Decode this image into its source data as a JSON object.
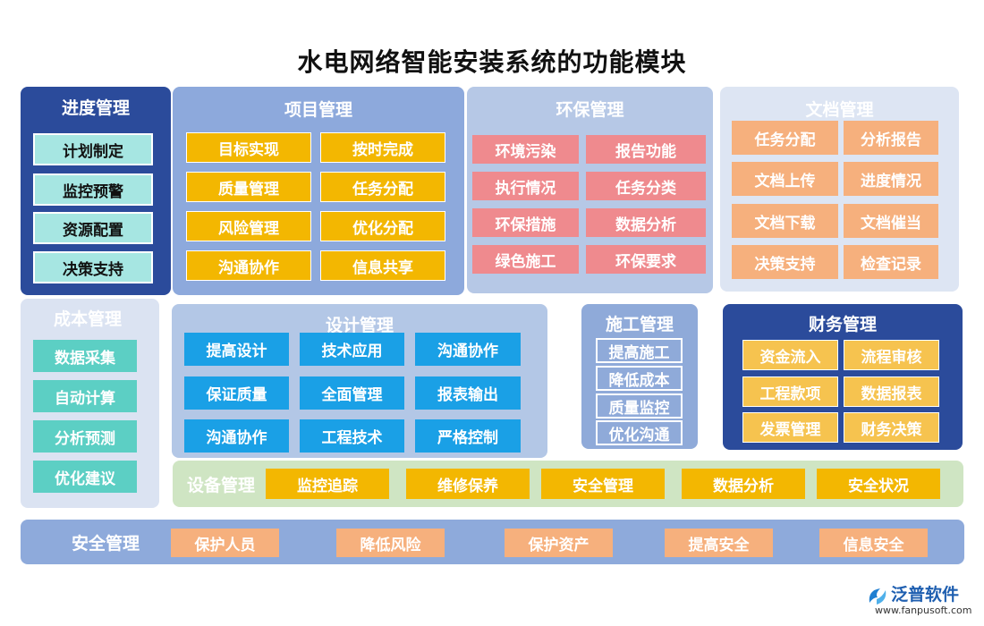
{
  "title": "水电网络智能安装系统的功能模块",
  "progress": {
    "title": "进度管理",
    "items": [
      "计划制定",
      "监控预警",
      "资源配置",
      "决策支持"
    ]
  },
  "project": {
    "title": "项目管理",
    "items": [
      "目标实现",
      "按时完成",
      "质量管理",
      "任务分配",
      "风险管理",
      "优化分配",
      "沟通协作",
      "信息共享"
    ]
  },
  "env": {
    "title": "环保管理",
    "items": [
      "环境污染",
      "报告功能",
      "执行情况",
      "任务分类",
      "环保措施",
      "数据分析",
      "绿色施工",
      "环保要求"
    ]
  },
  "doc": {
    "title": "文档管理",
    "items": [
      "任务分配",
      "分析报告",
      "文档上传",
      "进度情况",
      "文档下载",
      "文档催当",
      "决策支持",
      "检查记录"
    ]
  },
  "cost": {
    "title": "成本管理",
    "items": [
      "数据采集",
      "自动计算",
      "分析预测",
      "优化建议"
    ]
  },
  "design": {
    "title": "设计管理",
    "items": [
      "提高设计",
      "技术应用",
      "沟通协作",
      "保证质量",
      "全面管理",
      "报表输出",
      "沟通协作",
      "工程技术",
      "严格控制"
    ]
  },
  "build": {
    "title": "施工管理",
    "items": [
      "提高施工",
      "降低成本",
      "质量监控",
      "优化沟通"
    ]
  },
  "finance": {
    "title": "财务管理",
    "items": [
      "资金流入",
      "流程审核",
      "工程款项",
      "数据报表",
      "发票管理",
      "财务决策"
    ]
  },
  "equip": {
    "title": "设备管理",
    "items": [
      "监控追踪",
      "维修保养",
      "安全管理",
      "数据分析",
      "安全状况"
    ]
  },
  "safety": {
    "title": "安全管理",
    "items": [
      "保护人员",
      "降低风险",
      "保护资产",
      "提高安全",
      "信息安全"
    ]
  },
  "logo": {
    "name": "泛普软件",
    "url": "www.fanpusoft.com"
  },
  "colors": {
    "dark_blue": "#2b4b9b",
    "yellow": "#f3b701",
    "pink": "#ef8a8e",
    "orange": "#f6b07d",
    "teal": "#5ccfc4",
    "blue": "#1aa0e6"
  }
}
